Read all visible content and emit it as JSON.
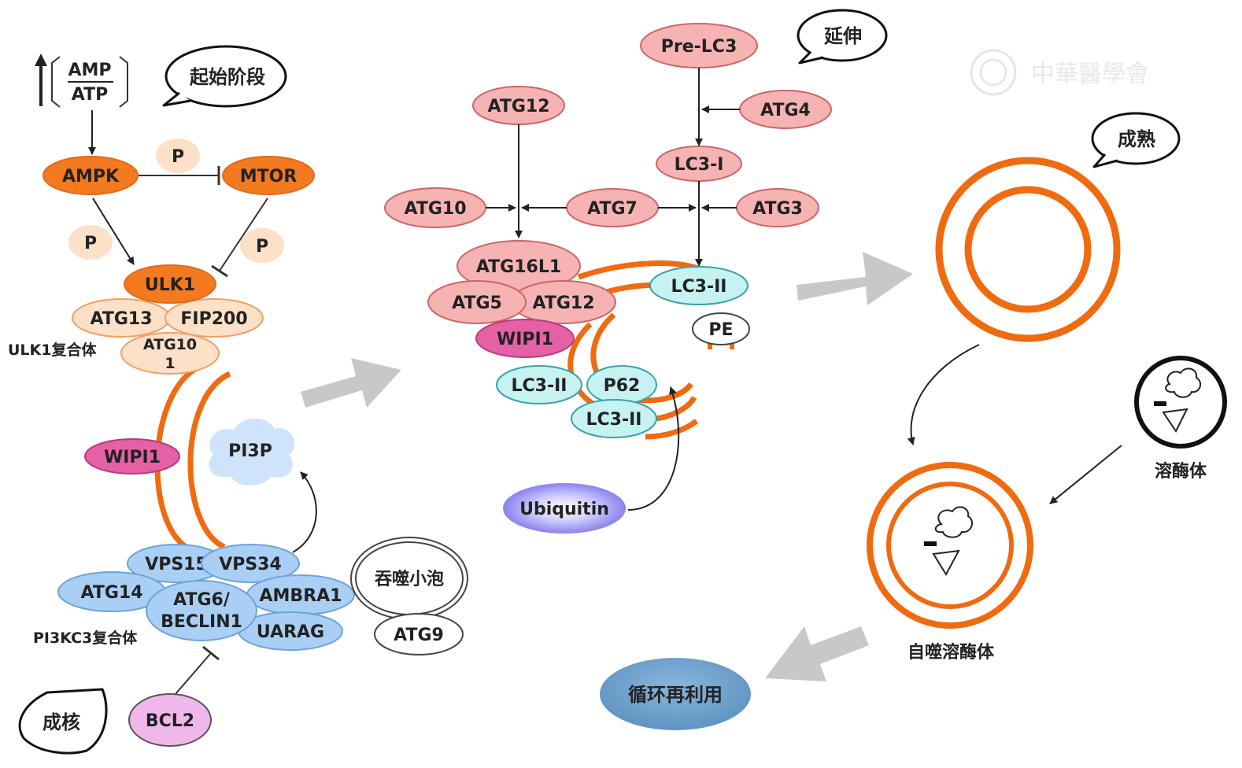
{
  "colors": {
    "orange": "#f37a1f",
    "orange_dark": "#e2691a",
    "peach": "#fde0c8",
    "peach_border": "#f0a060",
    "orange_ring": "#f06a10",
    "pink": "#f5b3b3",
    "pink_border": "#cc6666",
    "magenta": "#e561a6",
    "magenta_border": "#b83a7c",
    "blue": "#a9cff5",
    "blue_border": "#6ea3d8",
    "cyan": "#c7f2f2",
    "cyan_border": "#3aa0a8",
    "lavender": "#f0b8ea",
    "gray_arrow": "#c8c8c8",
    "steel": "#6b9fcc",
    "violet": "#8a82ee",
    "ink": "#222222"
  },
  "watermark": "中華醫學會",
  "stages": {
    "initiation": "起始阶段",
    "elongation": "延伸",
    "maturation": "成熟",
    "nucleation": "成核"
  },
  "energy": {
    "numerator": "AMP",
    "denominator": "ATP"
  },
  "initiation": {
    "ampk": "AMPK",
    "mtor": "MTOR",
    "p": "P",
    "ulk1": "ULK1",
    "atg13": "ATG13",
    "fip200": "FIP200",
    "atg101_line1": "ATG10",
    "atg101_line2": "1",
    "ulk1_complex": "ULK1复合体"
  },
  "nucleation": {
    "wipi1": "WIPI1",
    "pi3p": "PI3P",
    "vps15": "VPS15",
    "vps34": "VPS34",
    "atg14": "ATG14",
    "atg6_line1": "ATG6/",
    "atg6_line2": "BECLIN1",
    "ambra1": "AMBRA1",
    "uvrag": "UARAG",
    "pi3kc3_complex": "PI3KC3复合体",
    "vesicle": "吞噬小泡",
    "atg9": "ATG9",
    "bcl2": "BCL2"
  },
  "elongation": {
    "pre_lc3": "Pre-LC3",
    "atg4": "ATG4",
    "atg12_top": "ATG12",
    "lc3_i": "LC3-I",
    "atg10": "ATG10",
    "atg7": "ATG7",
    "atg3": "ATG3",
    "atg16l1": "ATG16L1",
    "atg5": "ATG5",
    "atg12": "ATG12",
    "wipi1": "WIPI1",
    "lc3_ii_top": "LC3-II",
    "pe": "PE",
    "lc3_ii_left": "LC3-II",
    "p62": "P62",
    "lc3_ii_bottom": "LC3-II",
    "ubiquitin": "Ubiquitin"
  },
  "maturation": {
    "lysosome": "溶酶体",
    "autolysosome": "自噬溶酶体",
    "recycling": "循环再利用"
  }
}
